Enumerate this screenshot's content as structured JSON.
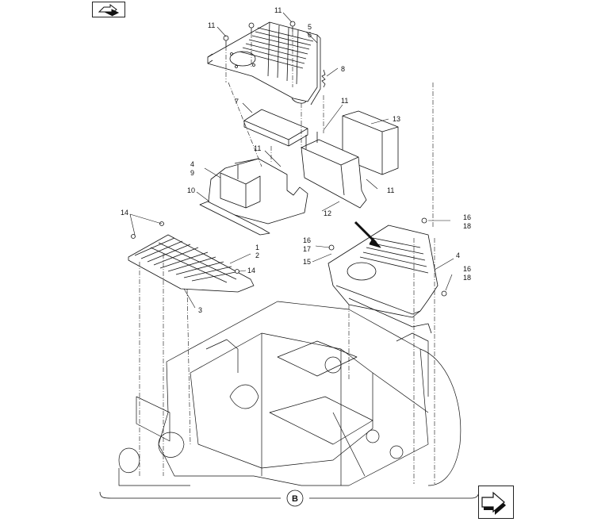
{
  "diagram": {
    "callouts": [
      {
        "id": "c11a",
        "text": "11"
      },
      {
        "id": "c11b",
        "text": "11"
      },
      {
        "id": "c5",
        "text": "5"
      },
      {
        "id": "c6",
        "text": "6"
      },
      {
        "id": "c8",
        "text": "8"
      },
      {
        "id": "c7",
        "text": "7"
      },
      {
        "id": "c11c",
        "text": "11"
      },
      {
        "id": "c13",
        "text": "13"
      },
      {
        "id": "c11d",
        "text": "11"
      },
      {
        "id": "c4a",
        "text": "4"
      },
      {
        "id": "c9",
        "text": "9"
      },
      {
        "id": "c11e",
        "text": "11"
      },
      {
        "id": "c10",
        "text": "10"
      },
      {
        "id": "c12",
        "text": "12"
      },
      {
        "id": "c14a",
        "text": "14"
      },
      {
        "id": "c16a",
        "text": "16"
      },
      {
        "id": "c18a",
        "text": "18"
      },
      {
        "id": "c16b",
        "text": "16"
      },
      {
        "id": "c17",
        "text": "17"
      },
      {
        "id": "c1",
        "text": "1"
      },
      {
        "id": "c2",
        "text": "2"
      },
      {
        "id": "c15",
        "text": "15"
      },
      {
        "id": "c4b",
        "text": "4"
      },
      {
        "id": "c14b",
        "text": "14"
      },
      {
        "id": "c16c",
        "text": "16"
      },
      {
        "id": "c18b",
        "text": "18"
      },
      {
        "id": "c3",
        "text": "3"
      }
    ],
    "view_marker": "B"
  },
  "nav": {
    "prev_icon": "back-page-icon",
    "next_icon": "next-page-icon"
  }
}
